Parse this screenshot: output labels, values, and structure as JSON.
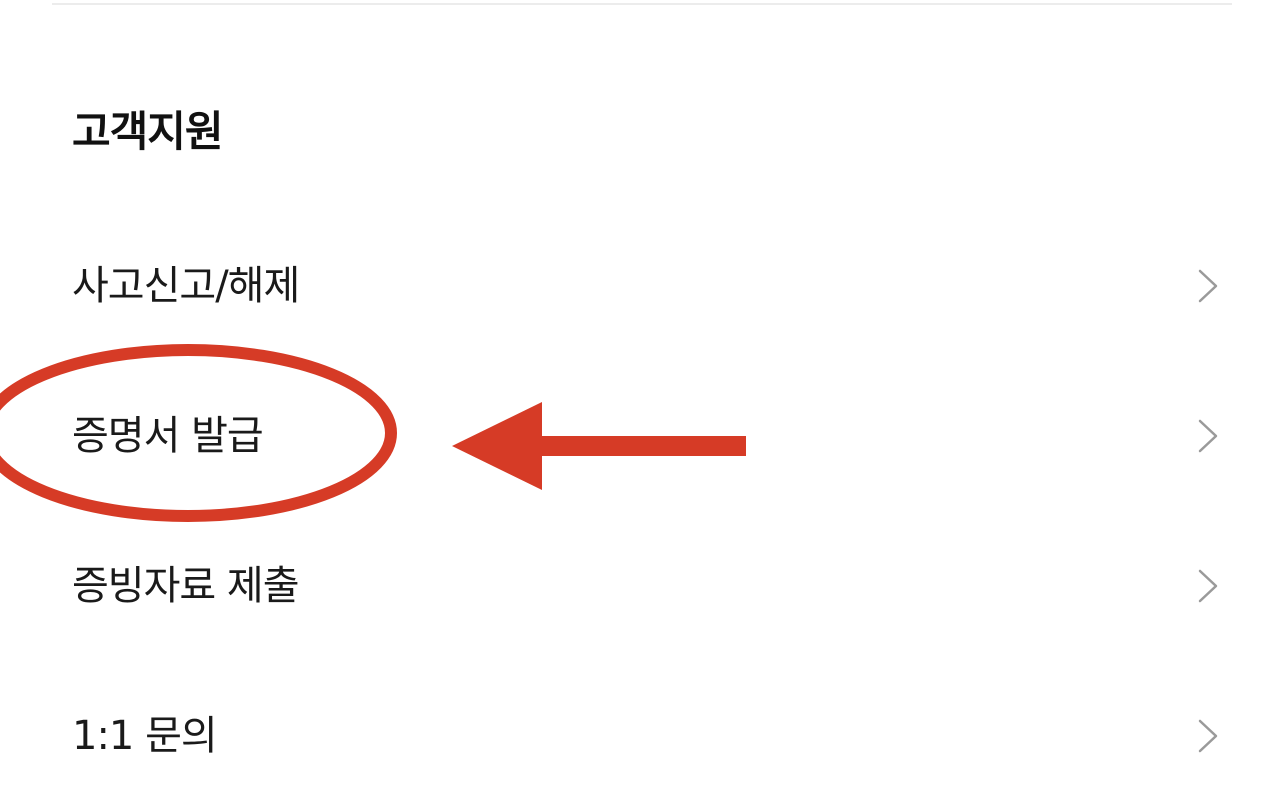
{
  "section": {
    "title": "고객지원"
  },
  "menu": {
    "items": [
      {
        "label": "사고신고/해제",
        "icon": "chevron-right-icon"
      },
      {
        "label": "증명서 발급",
        "icon": "chevron-right-icon"
      },
      {
        "label": "증빙자료 제출",
        "icon": "chevron-right-icon"
      },
      {
        "label": "1:1 문의",
        "icon": "chevron-right-icon"
      }
    ]
  },
  "colors": {
    "annotation": "#d63b26",
    "chevron": "#9a9a9a",
    "divider": "#ececec"
  }
}
